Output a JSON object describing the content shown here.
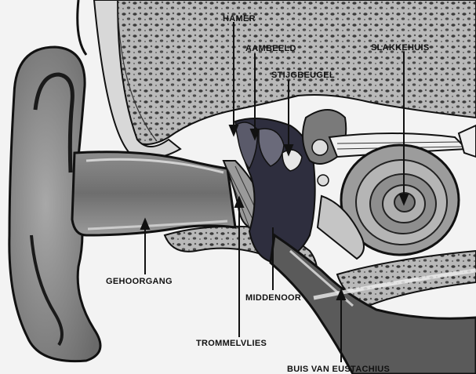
{
  "labels": {
    "hamer": "HAMER",
    "aambeeld": "AAMBEELD",
    "stijgbeugel": "STIJGBEUGEL",
    "slakkehuis": "SLAKKEHUIS",
    "gehoorgang": "GEHOORGANG",
    "middenoor": "MIDDENOOR",
    "trommelvlies": "TROMMELVLIES",
    "buis": "BUIS VAN EUSTACHIUS"
  }
}
